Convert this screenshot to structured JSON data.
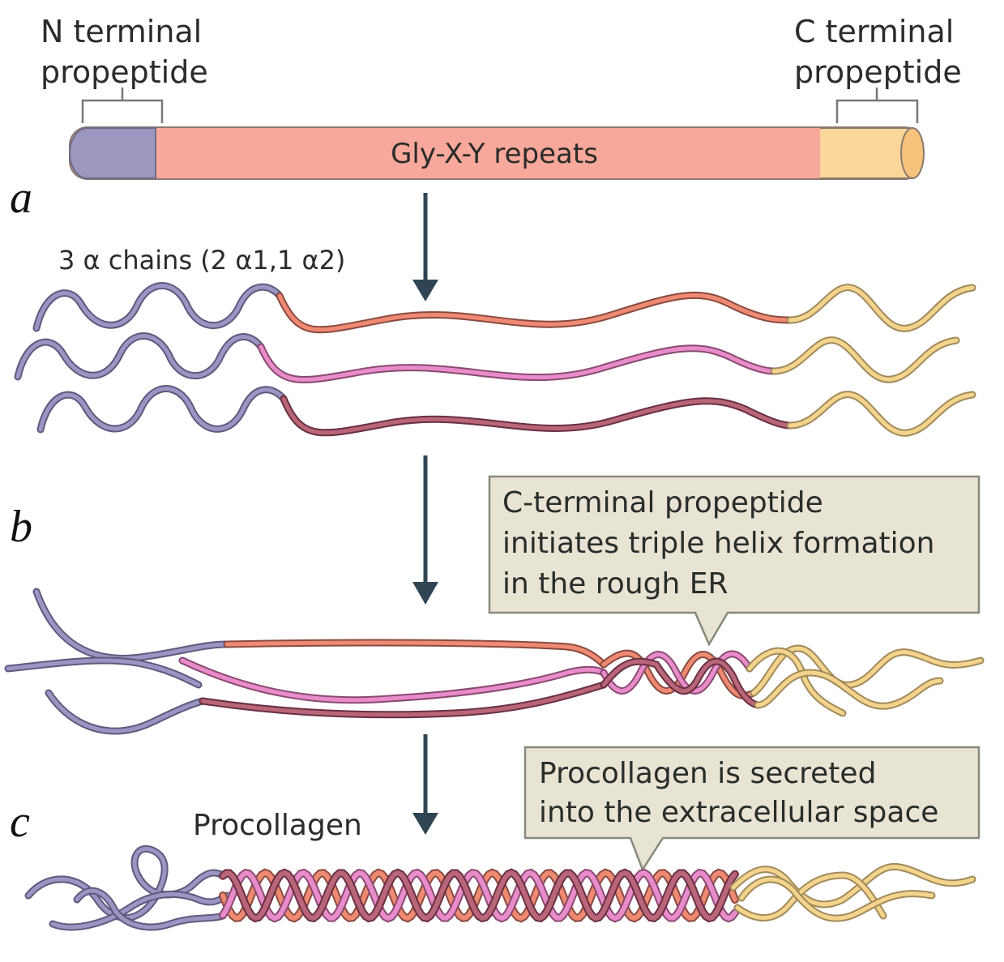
{
  "labels": {
    "n_terminal_line1": "N terminal",
    "n_terminal_line2": "propeptide",
    "c_terminal_line1": "C terminal",
    "c_terminal_line2": "propeptide",
    "rod_label": "Gly-X-Y repeats",
    "chains_label": "3 α chains (2 α1,1 α2)",
    "procollagen_label": "Procollagen"
  },
  "steps": {
    "a": "a",
    "b": "b",
    "c": "c"
  },
  "callouts": {
    "b": {
      "line1": "C-terminal propeptide",
      "line2": "initiates triple helix formation",
      "line3": "in the rough ER"
    },
    "c": {
      "line1": "Procollagen is secreted",
      "line2": "into the extracellular space"
    }
  },
  "colors": {
    "n_propeptide": "#9c97bf",
    "gly_repeats": "#f7a89a",
    "c_propeptide": "#fbd79a",
    "chain_n": "#9a95c2",
    "chain_alpha1_a": "#ef8a72",
    "chain_alpha1_b": "#e98ccb",
    "chain_alpha2": "#b9657a",
    "chain_c": "#f4d48c",
    "arrow": "#2f4553",
    "callout_fill": "#e7e4d4",
    "callout_stroke": "#8a887c"
  }
}
